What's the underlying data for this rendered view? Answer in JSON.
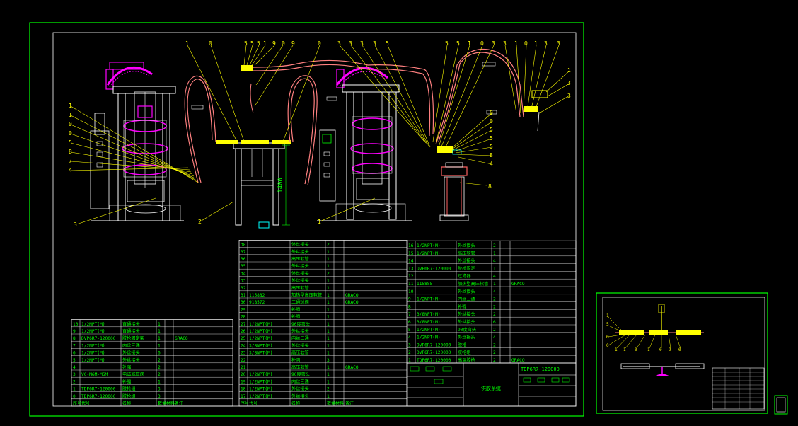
{
  "dimension_label": "1400",
  "title_block": {
    "drawing_number": "TDP6R7-120000",
    "drawing_name": "供胶系统"
  },
  "bom_left": [
    {
      "no": "10",
      "code": "1/2NPT(M)",
      "name": "直通接头",
      "qty": "1",
      "note": ""
    },
    {
      "no": "9",
      "code": "1/2NPT(M)",
      "name": "直通接头",
      "qty": "1",
      "note": ""
    },
    {
      "no": "8",
      "code": "DVP6R7-120000",
      "name": "胶枪固定架",
      "qty": "1",
      "note": "GRACO"
    },
    {
      "no": "7",
      "code": "1/2NPT(M)",
      "name": "内丝三通",
      "qty": "1",
      "note": ""
    },
    {
      "no": "6",
      "code": "1/2NPT(M)",
      "name": "外丝接头",
      "qty": "6",
      "note": ""
    },
    {
      "no": "5",
      "code": "1/2NPT(M)",
      "name": "外丝接头",
      "qty": "2",
      "note": ""
    },
    {
      "no": "4",
      "code": "",
      "name": "补强",
      "qty": "2",
      "note": ""
    },
    {
      "no": "3",
      "code": "VC-M6M-M6M",
      "name": "电磁减压阀",
      "qty": "2",
      "note": ""
    },
    {
      "no": "2",
      "code": "",
      "name": "补强",
      "qty": "1",
      "note": ""
    },
    {
      "no": "1",
      "code": "TDP6R7-120000",
      "name": "胶枪组",
      "qty": "3",
      "note": ""
    },
    {
      "no": "0",
      "code": "TDP6R7-120000",
      "name": "胶枪组",
      "qty": "3",
      "note": ""
    }
  ],
  "bom_mid": [
    {
      "no": "38",
      "code": "",
      "name": "外丝接头",
      "qty": "2",
      "note": ""
    },
    {
      "no": "37",
      "code": "",
      "name": "外丝接头",
      "qty": "1",
      "note": ""
    },
    {
      "no": "36",
      "code": "",
      "name": "高压软管",
      "qty": "1",
      "note": ""
    },
    {
      "no": "35",
      "code": "",
      "name": "外丝接头",
      "qty": "1",
      "note": ""
    },
    {
      "no": "34",
      "code": "",
      "name": "外丝接头",
      "qty": "2",
      "note": ""
    },
    {
      "no": "33",
      "code": "",
      "name": "外丝接头",
      "qty": "1",
      "note": ""
    },
    {
      "no": "32",
      "code": "",
      "name": "高压软管",
      "qty": "1",
      "note": ""
    },
    {
      "no": "31",
      "code": "115882",
      "name": "加热型高压软管",
      "qty": "1",
      "note": "GRACO"
    },
    {
      "no": "30",
      "code": "918572",
      "name": "二通球阀",
      "qty": "1",
      "note": "GRACO"
    },
    {
      "no": "29",
      "code": "",
      "name": "补强",
      "qty": "1",
      "note": ""
    },
    {
      "no": "28",
      "code": "",
      "name": "补强",
      "qty": "1",
      "note": ""
    },
    {
      "no": "27",
      "code": "1/2NPT(M)",
      "name": "90度弯头",
      "qty": "1",
      "note": ""
    },
    {
      "no": "26",
      "code": "1/2NPT(M)",
      "name": "外丝接头",
      "qty": "1",
      "note": ""
    },
    {
      "no": "25",
      "code": "1/2NPT(M)",
      "name": "内丝三通",
      "qty": "1",
      "note": ""
    },
    {
      "no": "24",
      "code": "3/8NPT(M)",
      "name": "外丝接头",
      "qty": "1",
      "note": ""
    },
    {
      "no": "23",
      "code": "3/8NPT(M)",
      "name": "高压软管",
      "qty": "1",
      "note": ""
    },
    {
      "no": "22",
      "code": "",
      "name": "补强",
      "qty": "3",
      "note": ""
    },
    {
      "no": "21",
      "code": "",
      "name": "高压软管",
      "qty": "1",
      "note": "GRACO"
    },
    {
      "no": "20",
      "code": "1/2NPT(M)",
      "name": "90度弯头",
      "qty": "1",
      "note": ""
    },
    {
      "no": "19",
      "code": "1/2NPT(M)",
      "name": "内丝三通",
      "qty": "1",
      "note": ""
    },
    {
      "no": "18",
      "code": "1/2NPT(M)",
      "name": "外丝接头",
      "qty": "2",
      "note": ""
    },
    {
      "no": "17",
      "code": "1/2NPT(M)",
      "name": "外丝接头",
      "qty": "1",
      "note": ""
    }
  ],
  "bom_right": [
    {
      "no": "16",
      "code": "1/2NPT(M)",
      "name": "外丝接头",
      "qty": "2",
      "note": ""
    },
    {
      "no": "15",
      "code": "1/2NPT(M)",
      "name": "高压软管",
      "qty": "1",
      "note": ""
    },
    {
      "no": "14",
      "code": "",
      "name": "外丝接头",
      "qty": "4",
      "note": ""
    },
    {
      "no": "13",
      "code": "DVP6R7-120000",
      "name": "胶枪固定",
      "qty": "1",
      "note": ""
    },
    {
      "no": "12",
      "code": "",
      "name": "过滤器",
      "qty": "4",
      "note": ""
    },
    {
      "no": "11",
      "code": "115885",
      "name": "加热型高压软管",
      "qty": "1",
      "note": "GRACO"
    },
    {
      "no": "10",
      "code": "",
      "name": "外丝接头",
      "qty": "4",
      "note": ""
    },
    {
      "no": "9",
      "code": "1/2NPT(M)",
      "name": "内丝三通",
      "qty": "2",
      "note": ""
    },
    {
      "no": "8",
      "code": "",
      "name": "补强",
      "qty": "2",
      "note": ""
    },
    {
      "no": "7",
      "code": "3/8NPT(M)",
      "name": "外丝接头",
      "qty": "2",
      "note": ""
    },
    {
      "no": "6",
      "code": "3/8NPT(M)",
      "name": "外丝接头",
      "qty": "6",
      "note": ""
    },
    {
      "no": "5",
      "code": "1/2NPT(M)",
      "name": "90度弯头",
      "qty": "2",
      "note": ""
    },
    {
      "no": "4",
      "code": "1/2NPT(M)",
      "name": "外丝接头",
      "qty": "4",
      "note": ""
    },
    {
      "no": "3",
      "code": "DVP6R7-120000",
      "name": "胶枪",
      "qty": "2",
      "note": ""
    },
    {
      "no": "2",
      "code": "DVP6R7-120000",
      "name": "胶枪组",
      "qty": "2",
      "note": ""
    },
    {
      "no": "1",
      "code": "TDP6R7-120000",
      "name": "高温胶枪",
      "qty": "2",
      "note": "GRACO"
    }
  ],
  "header_row": [
    "序号",
    "代号",
    "名称",
    "数量",
    "材料",
    "备注"
  ],
  "colors": {
    "frame": "#00ff00",
    "leader": "#ffff00",
    "hose": "#ff6060",
    "magenta": "#ff00ff",
    "structure": "#ffffff",
    "table_text": "#00ff00",
    "table_line": "#ffffff"
  }
}
